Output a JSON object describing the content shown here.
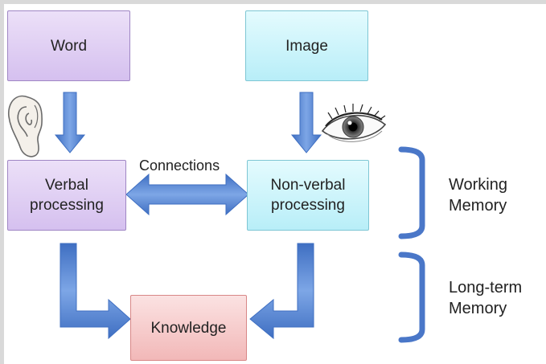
{
  "boxes": {
    "word": "Word",
    "image": "Image",
    "verbal": "Verbal\nprocessing",
    "nonverbal": "Non-verbal\nprocessing",
    "knowledge": "Knowledge"
  },
  "connections_label": "Connections",
  "memory": {
    "working": "Working\nMemory",
    "long_term": "Long-term\nMemory"
  },
  "colors": {
    "arrow": "#5b87d3",
    "bracket": "#4a77c8",
    "purple_box": "#d5c0ef",
    "cyan_box": "#b8eef8",
    "knowledge_box": "#f2b8b8"
  },
  "icons": [
    "ear-icon",
    "eye-icon"
  ]
}
